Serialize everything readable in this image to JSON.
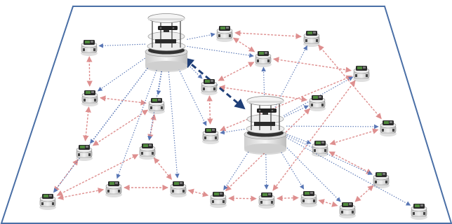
{
  "diagram": {
    "type": "multi-robot network",
    "leaders": [
      {
        "id": "L1"
      },
      {
        "id": "L2"
      }
    ],
    "followers": [
      {
        "id": "A"
      },
      {
        "id": "B"
      },
      {
        "id": "C"
      },
      {
        "id": "D"
      },
      {
        "id": "E"
      },
      {
        "id": "F"
      },
      {
        "id": "G"
      },
      {
        "id": "H"
      },
      {
        "id": "I"
      },
      {
        "id": "J"
      },
      {
        "id": "K"
      },
      {
        "id": "L"
      },
      {
        "id": "M"
      },
      {
        "id": "N"
      },
      {
        "id": "O"
      },
      {
        "id": "P"
      },
      {
        "id": "Q"
      },
      {
        "id": "R"
      },
      {
        "id": "S"
      },
      {
        "id": "T"
      },
      {
        "id": "U"
      },
      {
        "id": "V"
      },
      {
        "id": "W"
      },
      {
        "id": "X"
      },
      {
        "id": "Y"
      },
      {
        "id": "Z"
      },
      {
        "id": "AA"
      },
      {
        "id": "AB"
      }
    ],
    "leader_link": {
      "from": "L1",
      "to": "L2",
      "style": "dashed-bidirectional"
    },
    "leader_to_follower_links": [
      [
        "L1",
        "A"
      ],
      [
        "L1",
        "B"
      ],
      [
        "L1",
        "C"
      ],
      [
        "L1",
        "E"
      ],
      [
        "L1",
        "F"
      ],
      [
        "L1",
        "G"
      ],
      [
        "L1",
        "H"
      ],
      [
        "L1",
        "I"
      ],
      [
        "L1",
        "J"
      ],
      [
        "L1",
        "K"
      ],
      [
        "L1",
        "L"
      ],
      [
        "L1",
        "N"
      ],
      [
        "L2",
        "D"
      ],
      [
        "L2",
        "E"
      ],
      [
        "L2",
        "M"
      ],
      [
        "L2",
        "O"
      ],
      [
        "L2",
        "P"
      ],
      [
        "L2",
        "Q"
      ],
      [
        "L2",
        "R"
      ],
      [
        "L2",
        "S"
      ],
      [
        "L2",
        "T"
      ],
      [
        "L2",
        "U"
      ],
      [
        "L2",
        "V"
      ],
      [
        "L2",
        "W"
      ],
      [
        "L2",
        "X"
      ],
      [
        "L2",
        "Y"
      ],
      [
        "L2",
        "Z"
      ],
      [
        "L2",
        "AA"
      ],
      [
        "L2",
        "AB"
      ],
      [
        "L2",
        "N"
      ]
    ],
    "peer_links": [
      [
        "A",
        "C"
      ],
      [
        "C",
        "F"
      ],
      [
        "F",
        "H"
      ],
      [
        "H",
        "I"
      ],
      [
        "I",
        "L"
      ],
      [
        "H",
        "K"
      ],
      [
        "K",
        "L"
      ],
      [
        "F",
        "G"
      ],
      [
        "G",
        "K"
      ],
      [
        "C",
        "G"
      ],
      [
        "E",
        "J"
      ],
      [
        "E",
        "M"
      ],
      [
        "J",
        "N"
      ],
      [
        "J",
        "O"
      ],
      [
        "M",
        "N"
      ],
      [
        "O",
        "P"
      ],
      [
        "M",
        "Q"
      ],
      [
        "Q",
        "T"
      ],
      [
        "T",
        "U"
      ],
      [
        "R",
        "S"
      ],
      [
        "S",
        "V"
      ],
      [
        "U",
        "V"
      ],
      [
        "V",
        "Y"
      ],
      [
        "W",
        "X"
      ],
      [
        "X",
        "Y"
      ],
      [
        "Y",
        "AB"
      ],
      [
        "Z",
        "AA"
      ],
      [
        "AA",
        "AB"
      ],
      [
        "D",
        "B"
      ],
      [
        "B",
        "E"
      ],
      [
        "D",
        "R"
      ],
      [
        "P",
        "Q"
      ],
      [
        "L",
        "P"
      ],
      [
        "O",
        "Z"
      ],
      [
        "W",
        "Z"
      ],
      [
        "W",
        "AA"
      ]
    ],
    "colors": {
      "border": "#4a6fa6",
      "floor": "#ffffff",
      "leader_link": "#1f3f78",
      "leader_to_follower": "#5876b5",
      "peer_link": "#de8f8f",
      "robot_body": "#e8e8e8",
      "robot_dark": "#2a2a2a",
      "robot_green": "#4f8a3c"
    }
  }
}
